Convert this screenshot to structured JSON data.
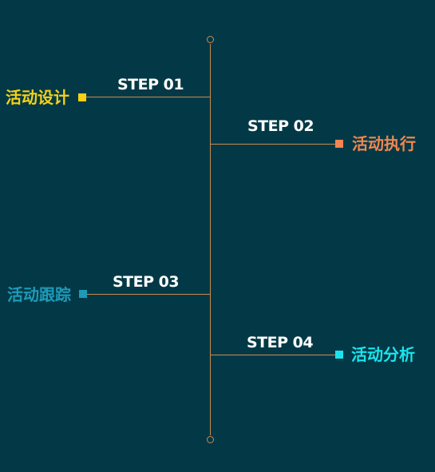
{
  "timeline": {
    "steps": [
      {
        "step": "STEP 01",
        "stage": "活动设计",
        "color": "#f7d117"
      },
      {
        "step": "STEP 02",
        "stage": "活动执行",
        "color": "#f08650"
      },
      {
        "step": "STEP 03",
        "stage": "活动跟踪",
        "color": "#1e9ab8"
      },
      {
        "step": "STEP 04",
        "stage": "活动分析",
        "color": "#19e4ee"
      }
    ]
  }
}
